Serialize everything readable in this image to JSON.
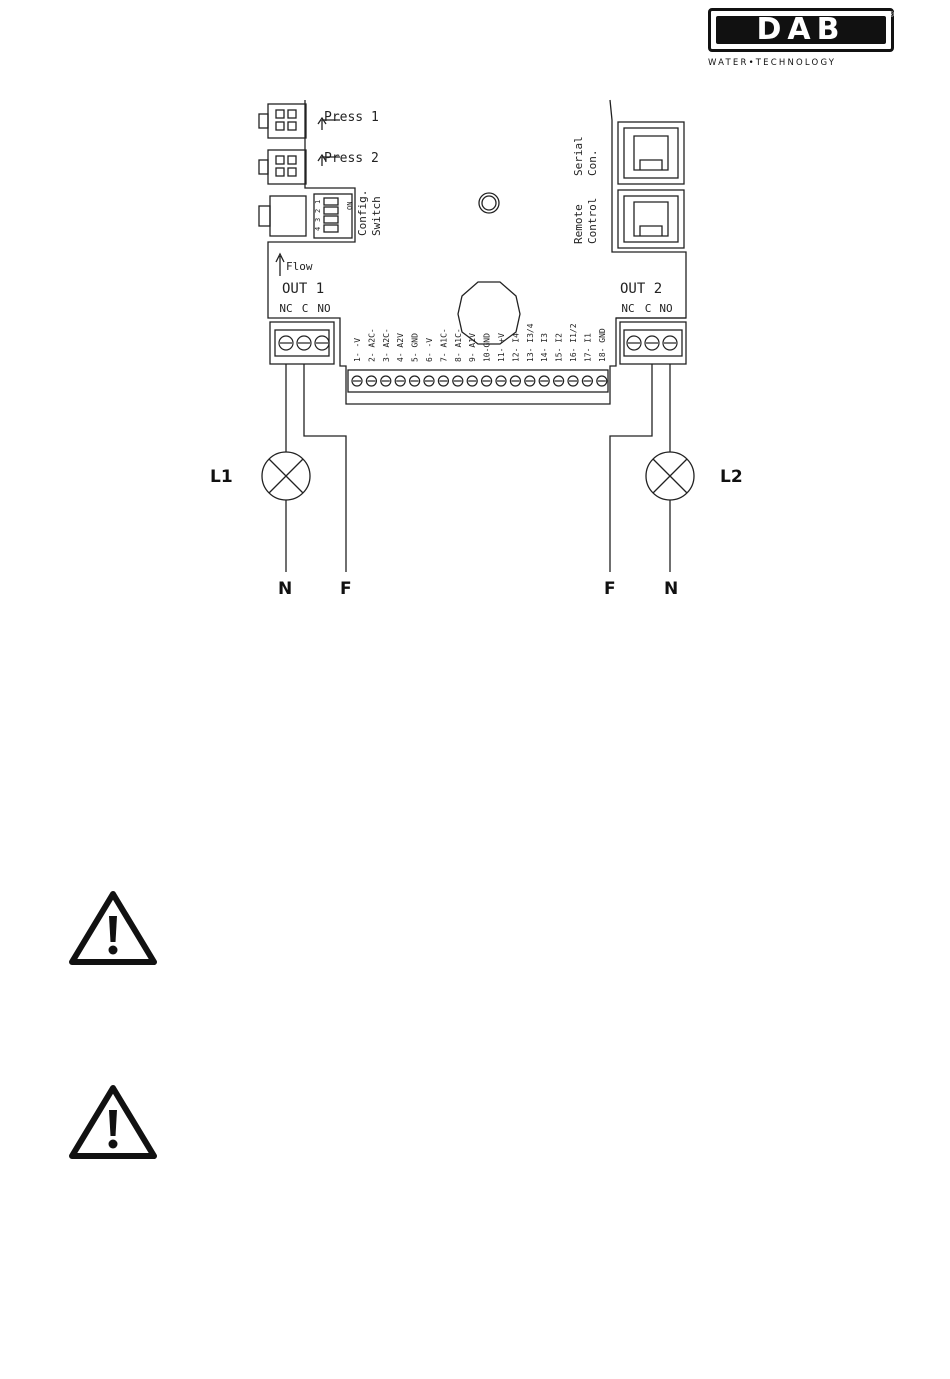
{
  "logo": {
    "brand": "DAB",
    "registered": "®",
    "tagline": "WATER•TECHNOLOGY"
  },
  "board": {
    "press1": "Press 1",
    "press2": "Press 2",
    "config_switch_line1": "Config.",
    "config_switch_line2": "Switch",
    "dip_on": "ON",
    "dip_numbers": [
      "1",
      "2",
      "3",
      "4"
    ],
    "flow": "Flow",
    "serial_line1": "Serial",
    "serial_line2": "Con.",
    "remote_line1": "Remote",
    "remote_line2": "Control",
    "out1": "OUT 1",
    "out2": "OUT 2",
    "out_contacts": [
      "NC",
      "C",
      "NO"
    ],
    "terminals": [
      "1- -V",
      "2- A2C-",
      "3- A2C-",
      "4- A2V",
      "5- GND",
      "6- -V",
      "7- A1C-",
      "8- A1C-",
      "9- A1V",
      "10-GND",
      "11- +V",
      "12- I4",
      "13- I3/4",
      "14- I3",
      "15- I2",
      "16- I1/2",
      "17- I1",
      "18- GND"
    ]
  },
  "wiring": {
    "lamp1": "L1",
    "lamp2": "L2",
    "neutral": "N",
    "phase": "F"
  },
  "icons": [
    "warning-triangle-icon",
    "warning-triangle-icon"
  ]
}
